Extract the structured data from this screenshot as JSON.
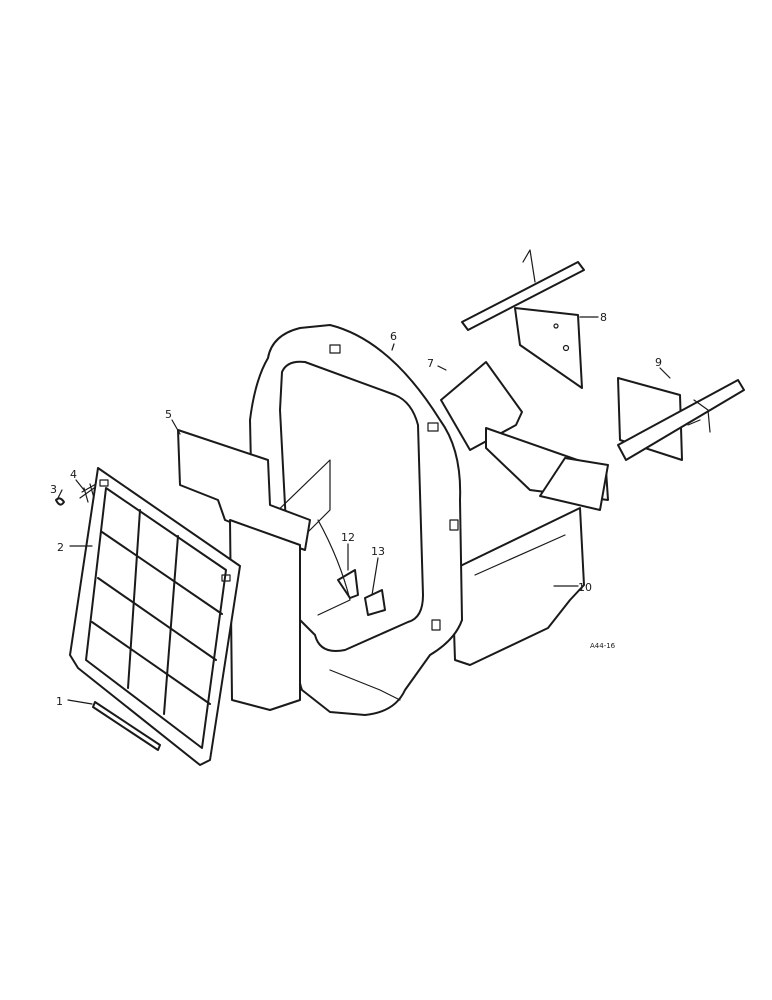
{
  "callouts": {
    "c1": "1",
    "c2": "2",
    "c3": "3",
    "c4": "4",
    "c5": "5",
    "c6": "6",
    "c7": "7",
    "c8": "8",
    "c9": "9",
    "c10": "10",
    "c12": "12",
    "c13": "13"
  },
  "drawing_code": "A44-16"
}
